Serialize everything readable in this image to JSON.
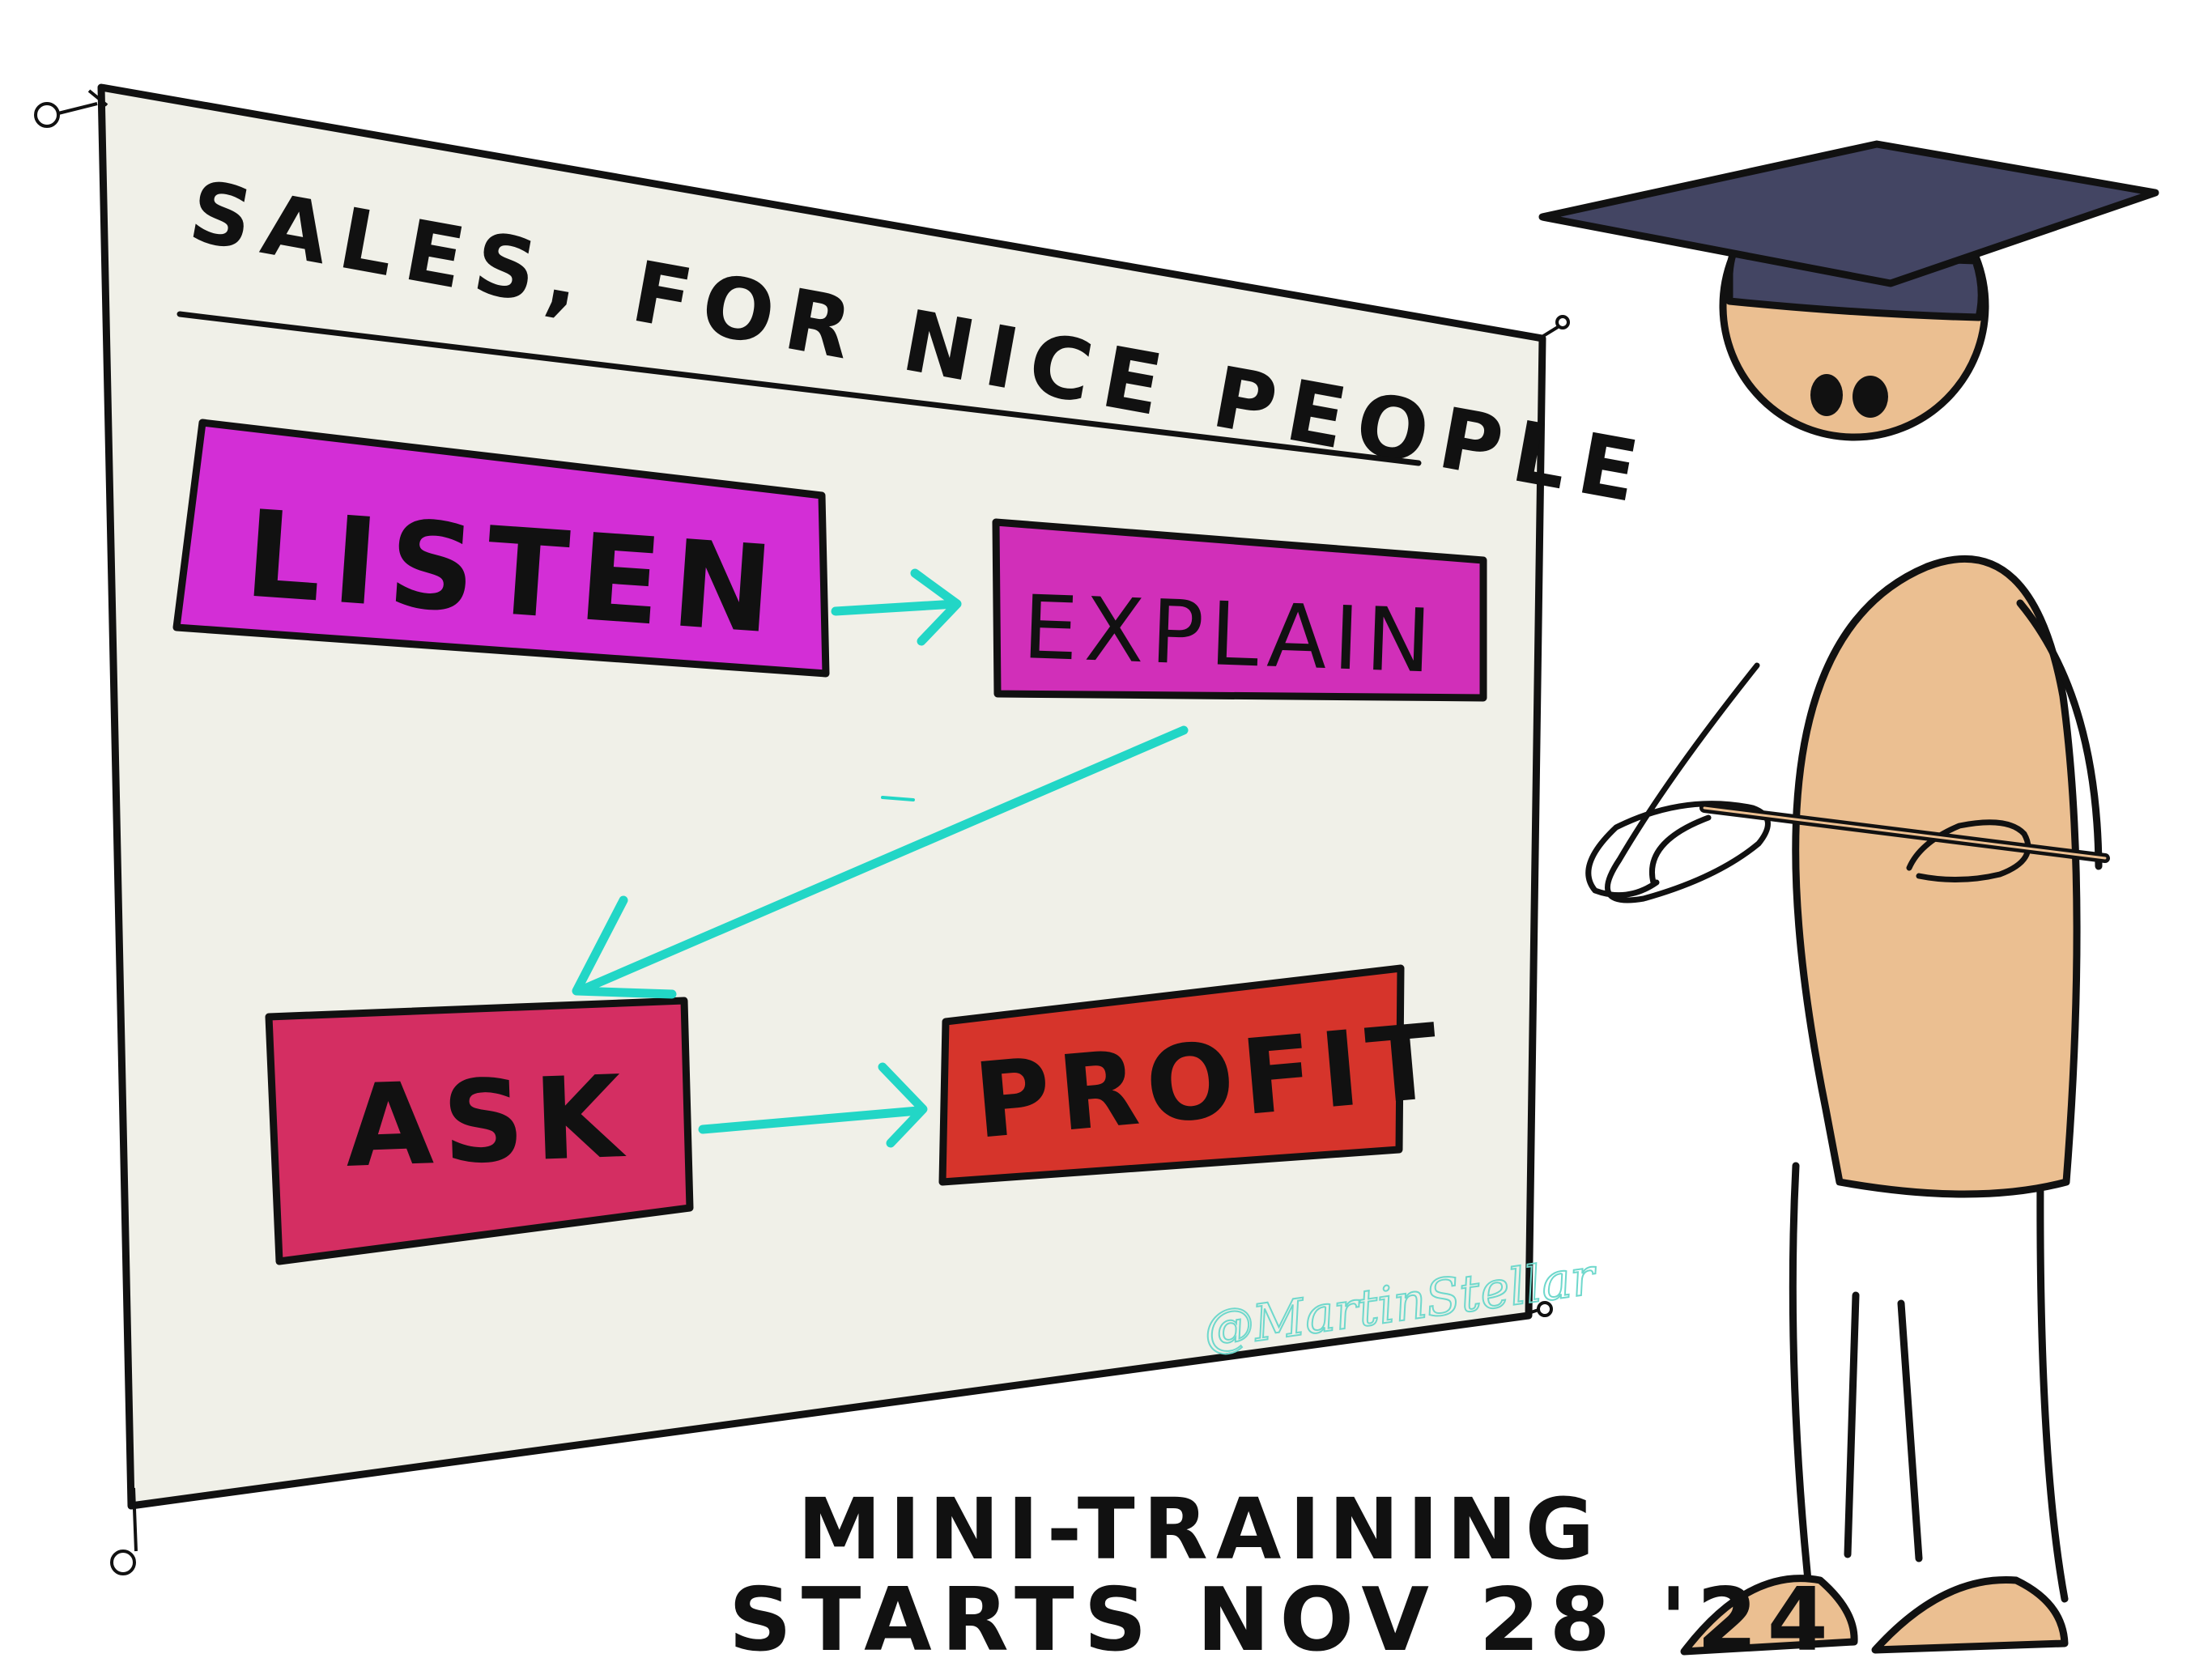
{
  "board": {
    "title": "SALES, FOR NICE PEOPLE",
    "signature": "@MartinStellar"
  },
  "flow": {
    "steps": [
      {
        "label": "LISTEN",
        "fill": "#D32ED6"
      },
      {
        "label": "EXPLAIN",
        "fill": "#D12FB9"
      },
      {
        "label": "ASK",
        "fill": "#D42E62"
      },
      {
        "label": "PROFIT",
        "fill": "#D6342B"
      }
    ],
    "arrow_color": "#22D6C6"
  },
  "caption": {
    "line1": "MINI-TRAINING",
    "line2": "STARTS NOV 28 '24"
  },
  "colors": {
    "board_bg": "#F0F0E8",
    "cap": "#434563",
    "skin": "#EBBF91",
    "ink": "#111111"
  }
}
